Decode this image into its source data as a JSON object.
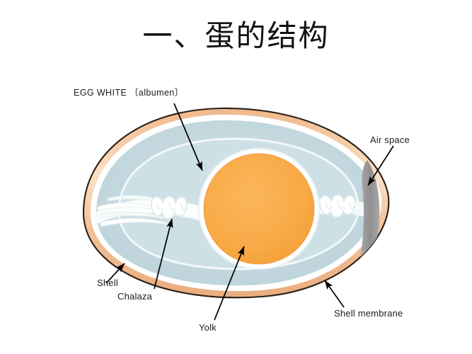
{
  "slide": {
    "title": "一、蛋的结构",
    "background_color": "#ffffff"
  },
  "diagram": {
    "name": "egg-cross-section",
    "colors": {
      "shell_outline": "#2b2018",
      "shell_fill": "#f4c49a",
      "shell_highlight": "#fdeedd",
      "shell_membrane": "#ffffff",
      "albumen": "#c2d8de",
      "albumen_light": "#d5e5e9",
      "chalaza": "#ffffff",
      "yolk": "#f7a946",
      "yolk_ring": "#ffffff",
      "air_space": "#939393",
      "arrow": "#000000",
      "text": "#1b1b1b"
    },
    "labels": [
      {
        "id": "egg-white",
        "text": "EGG WHITE  〔albumen〕"
      },
      {
        "id": "air-space",
        "text": "Air space"
      },
      {
        "id": "shell",
        "text": "Shell"
      },
      {
        "id": "chalaza",
        "text": "Chalaza"
      },
      {
        "id": "yolk",
        "text": "Yolk"
      },
      {
        "id": "shell-membrane",
        "text": "Shell membrane"
      }
    ]
  }
}
